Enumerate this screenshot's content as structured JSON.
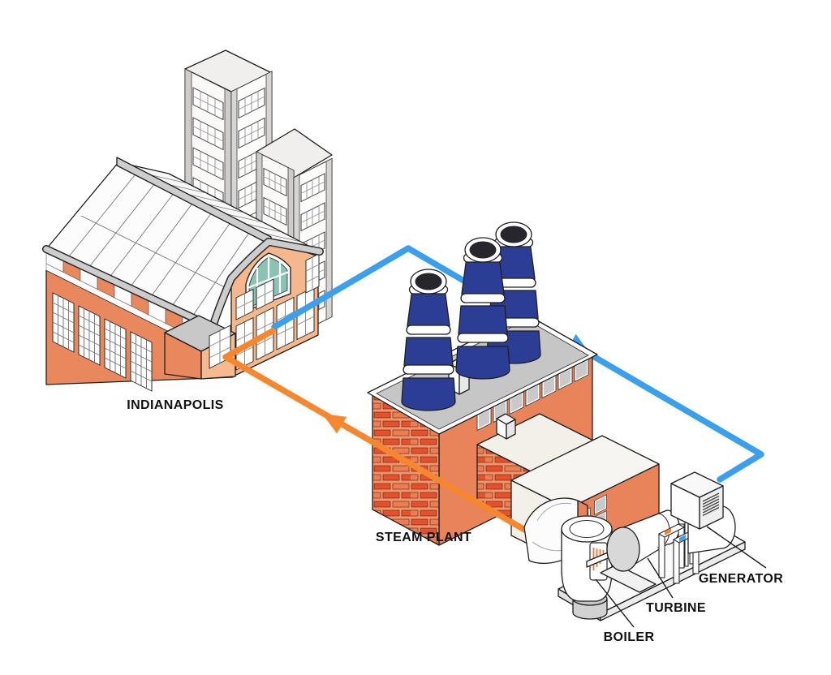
{
  "diagram": {
    "labels": {
      "city": "INDIANAPOLIS",
      "plant": "STEAM PLANT",
      "boiler": "BOILER",
      "turbine": "TURBINE",
      "generator": "GENERATOR"
    },
    "colors": {
      "steam_supply": "#F7872F",
      "condensate_return": "#3AA0ED",
      "smokestack_navy": "#2C3D96",
      "brick": "#E4512B",
      "brick_bg": "#F0946B",
      "wall_orange": "#E9875D",
      "wall_peach": "#F5B78C",
      "window_teal": "#8AC3B1",
      "roof_gray": "#C6C6C6",
      "label_text": "#111111"
    },
    "flows": [
      {
        "id": "steam-supply",
        "color": "#F7872F",
        "from": "STEAM PLANT",
        "to": "INDIANAPOLIS"
      },
      {
        "id": "condensate-return",
        "color": "#3AA0ED",
        "from": "INDIANAPOLIS",
        "to": "STEAM PLANT"
      }
    ]
  }
}
